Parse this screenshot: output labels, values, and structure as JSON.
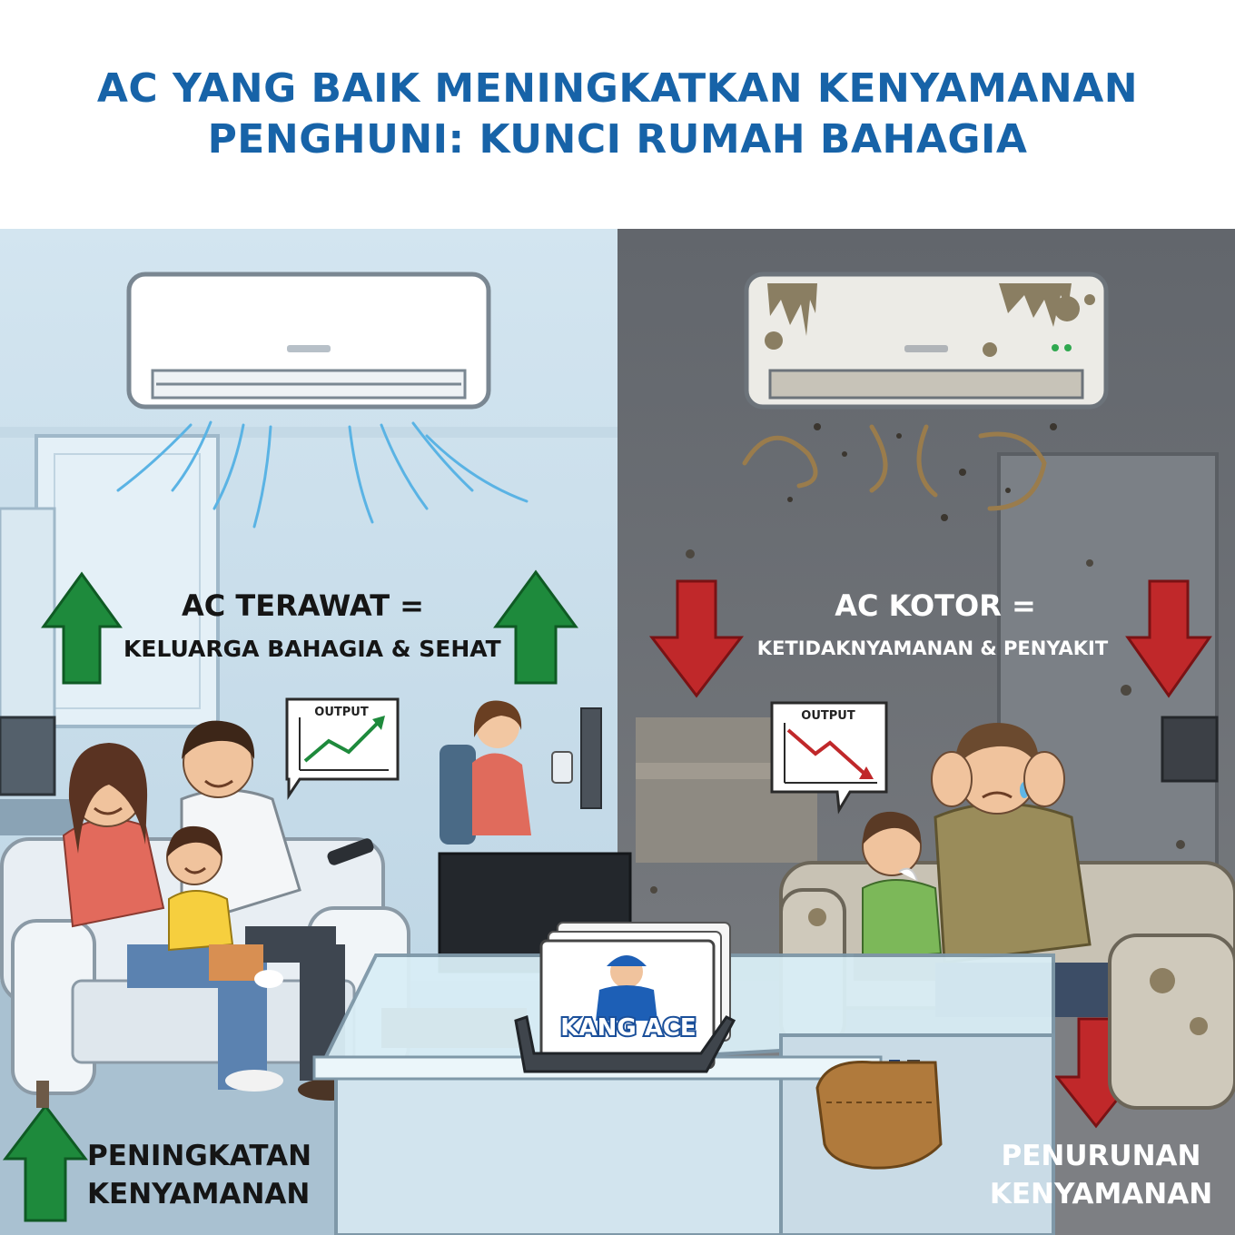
{
  "header": {
    "title_line1": "AC YANG BAIK MENINGKATKAN KENYAMANAN",
    "title_line2": "PENGHUNI: KUNCI RUMAH BAHAGIA"
  },
  "left_panel": {
    "headline": "AC TERAWAT =",
    "subline": "KELUARGA BAHAGIA & SEHAT",
    "chart_label": "OUTPUT",
    "bottom_line1": "PENINGKATAN",
    "bottom_line2": "KENYAMANAN"
  },
  "right_panel": {
    "headline": "AC KOTOR =",
    "subline": "KETIDAKNYAMANAN & PENYAKIT",
    "chart_label": "OUTPUT",
    "bottom_line1": "PENURUNAN",
    "bottom_line2": "KENYAMANAN"
  },
  "business_card": {
    "brand": "KANG ACE"
  },
  "colors": {
    "title_blue": "#1763a8",
    "arrow_green": "#1e8a3c",
    "arrow_red": "#c0282a",
    "left_bg": "#d7e8f2",
    "right_bg": "#686c72"
  },
  "icons": [
    "air-conditioner-icon",
    "arrow-up-icon",
    "arrow-down-icon",
    "line-chart-icon",
    "tool-pouch-icon"
  ]
}
